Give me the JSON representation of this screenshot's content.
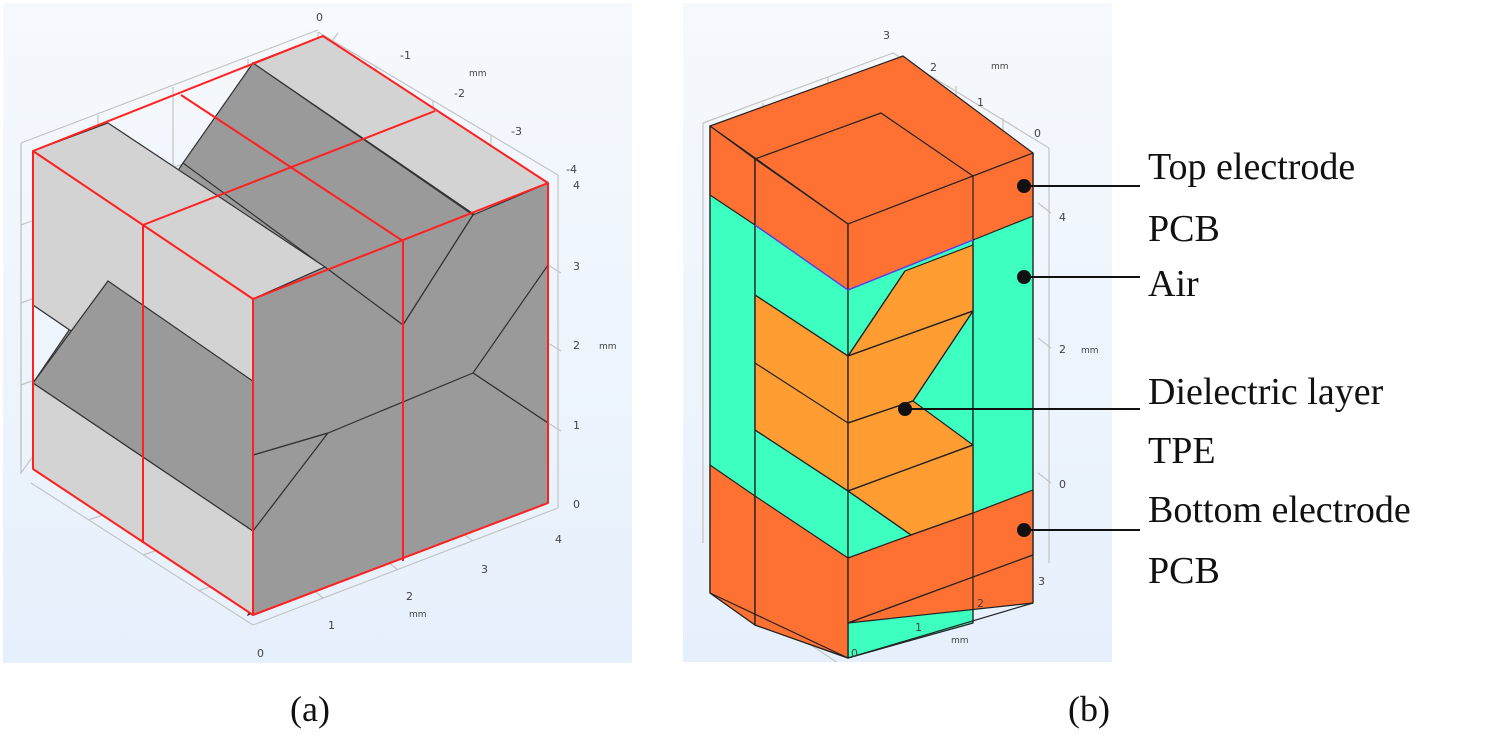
{
  "figure": {
    "panel_a": {
      "caption": "(a)",
      "axis_top": {
        "ticks": [
          "0",
          "-1",
          "-2",
          "-3",
          "-4"
        ],
        "unit": "mm"
      },
      "axis_vertical": {
        "ticks": [
          "4",
          "3",
          "2",
          "1",
          "0"
        ],
        "unit": "mm"
      },
      "axis_bottom": {
        "ticks": [
          "0",
          "1",
          "2",
          "3",
          "4"
        ],
        "unit": "mm"
      },
      "colors": {
        "light_face": "#d3d3d3",
        "dark_face": "#9a9a9a",
        "edge": "#ff2020",
        "background_top": "#f6f9fd",
        "background_bottom": "#e8f1fc"
      }
    },
    "panel_b": {
      "caption": "(b)",
      "axis_top": {
        "ticks": [
          "3",
          "2",
          "1",
          "0"
        ],
        "unit": "mm"
      },
      "axis_vertical": {
        "ticks": [
          "4",
          "2",
          "0"
        ],
        "unit": "mm"
      },
      "axis_bottom": {
        "ticks": [
          "0",
          "1",
          "2",
          "3"
        ],
        "unit": "mm"
      },
      "colors": {
        "electrode": "#ff7033",
        "air": "#3dffc0",
        "dielectric": "#ff9d33"
      },
      "labels": [
        {
          "line1": "Top electrode",
          "line2": "PCB"
        },
        {
          "line1": "Air",
          "line2": ""
        },
        {
          "line1": "Dielectric layer",
          "line2": "TPE"
        },
        {
          "line1": "Bottom electrode",
          "line2": "PCB"
        }
      ]
    }
  }
}
